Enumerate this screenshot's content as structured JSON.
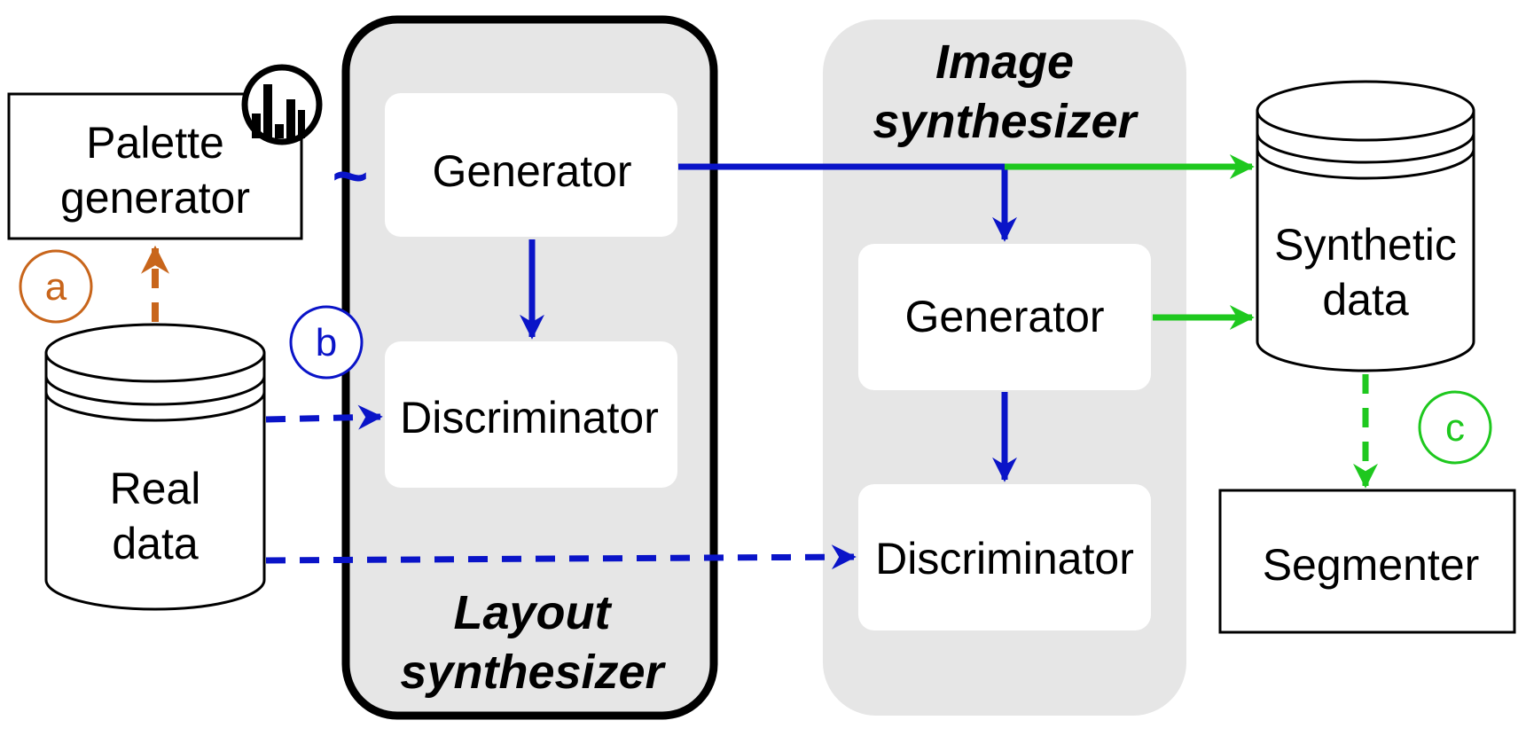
{
  "palette_generator": {
    "line1": "Palette",
    "line2": "generator"
  },
  "real_data": {
    "line1": "Real",
    "line2": "data"
  },
  "layout_synthesizer": {
    "title_line1": "Layout",
    "title_line2": "synthesizer",
    "generator": "Generator",
    "discriminator": "Discriminator"
  },
  "image_synthesizer": {
    "title_line1": "Image",
    "title_line2": "synthesizer",
    "generator": "Generator",
    "discriminator": "Discriminator"
  },
  "synthetic_data": {
    "line1": "Synthetic",
    "line2": "data"
  },
  "segmenter": {
    "label": "Segmenter"
  },
  "markers": {
    "a": "a",
    "b": "b",
    "c": "c"
  },
  "tilde": "~",
  "colors": {
    "orange": "#c8651b",
    "blue": "#0a14c8",
    "green": "#1ec81e",
    "panel": "#e6e6e6",
    "black": "#000000"
  }
}
